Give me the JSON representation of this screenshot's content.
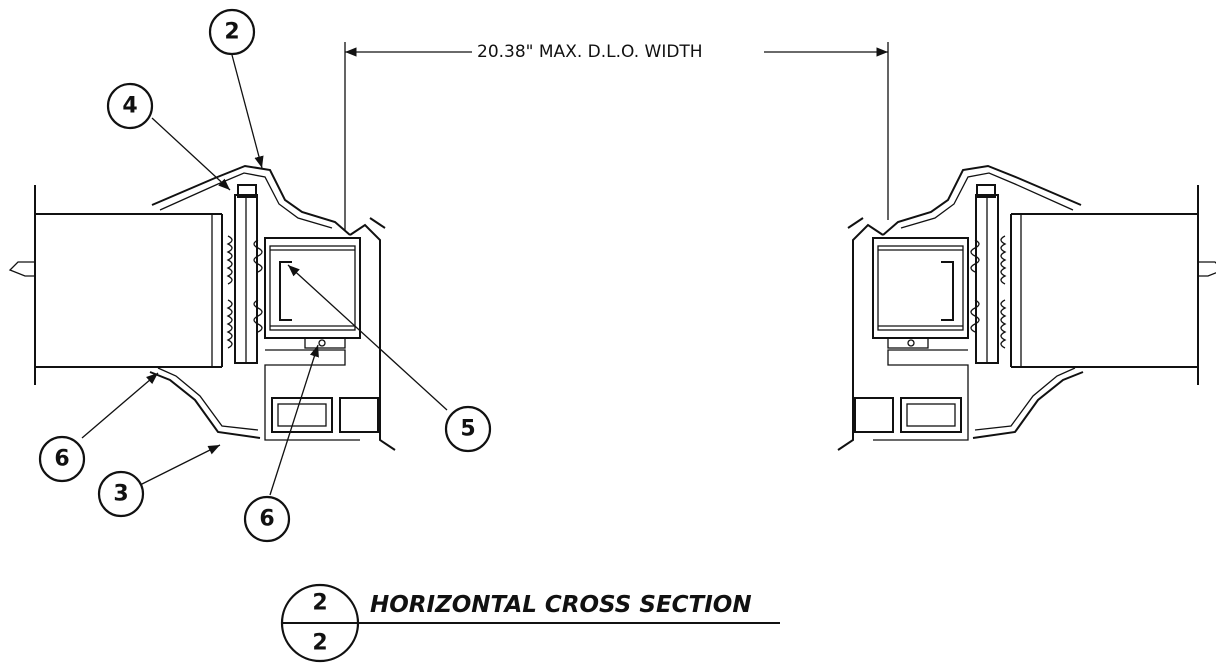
{
  "dimension": {
    "label": "20.38\" MAX. D.L.O. WIDTH"
  },
  "callouts": {
    "c2": "2",
    "c4": "4",
    "c5": "5",
    "c6a": "6",
    "c3": "3",
    "c6b": "6"
  },
  "section": {
    "title": "HORIZONTAL CROSS SECTION",
    "detail_number": "2",
    "sheet_number": "2"
  }
}
